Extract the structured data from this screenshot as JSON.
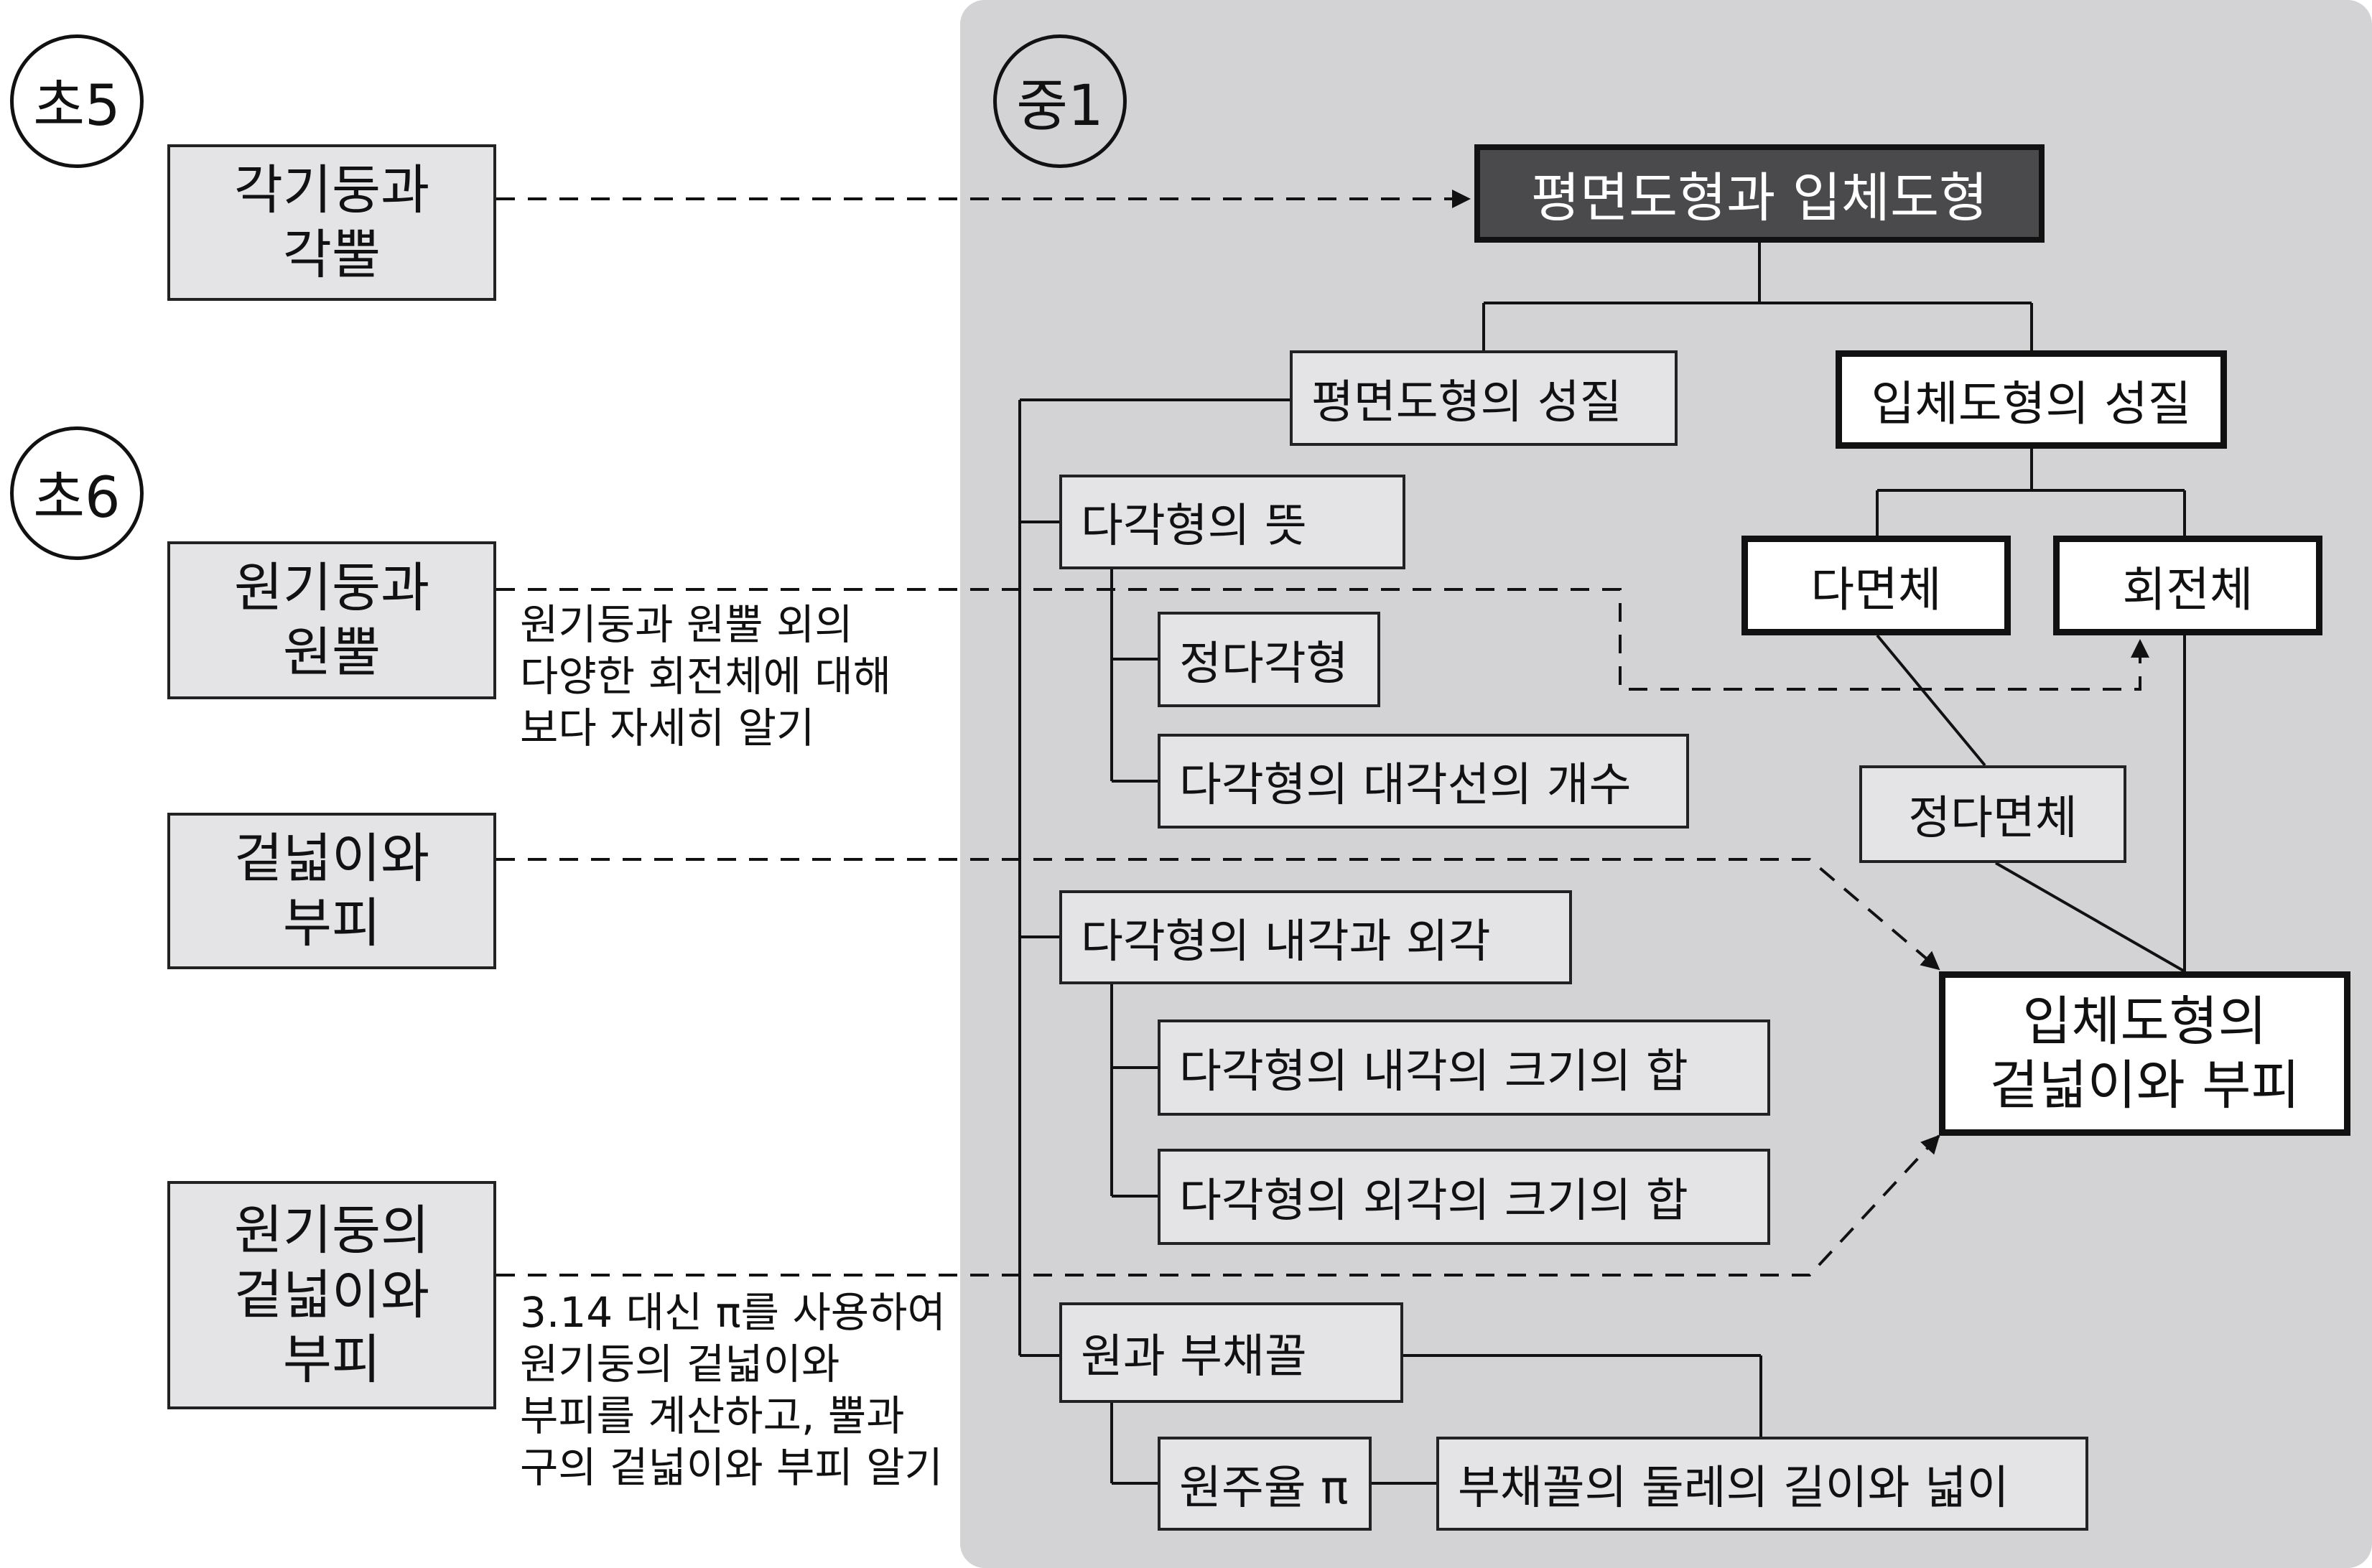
{
  "grades": {
    "cho5": "초5",
    "cho6": "초6",
    "jung1": "중1"
  },
  "elementary": {
    "prism_pyramid": [
      "각기둥과",
      "각뿔"
    ],
    "cylinder_cone": [
      "원기둥과",
      "원뿔"
    ],
    "surface_volume": [
      "겉넓이와",
      "부피"
    ],
    "cylinder_surface_volume": [
      "원기둥의",
      "겉넓이와",
      "부피"
    ]
  },
  "notes": {
    "rotation_solids": [
      "원기둥과 원뿔 외의",
      "다양한 회전체에 대해",
      "보다 자세히 알기"
    ],
    "pi_usage": [
      "3.14 대신 π를 사용하여",
      "원기둥의 겉넓이와",
      "부피를 계산하고, 뿔과",
      "구의 겉넓이와 부피 알기"
    ]
  },
  "middle": {
    "root": "평면도형과 입체도형",
    "plane_props": "평면도형의 성질",
    "solid_props": "입체도형의 성질",
    "polyhedron": "다면체",
    "rotation_solid": "회전체",
    "regular_polyhedron": "정다면체",
    "solid_surface_volume": [
      "입체도형의",
      "겉넓이와 부피"
    ],
    "polygon_meaning": "다각형의 뜻",
    "regular_polygon": "정다각형",
    "diagonal_count": "다각형의 대각선의 개수",
    "interior_exterior": "다각형의 내각과 외각",
    "interior_sum": "다각형의 내각의 크기의 합",
    "exterior_sum": "다각형의 외각의 크기의 합",
    "circle_sector": "원과 부채꼴",
    "pi": "원주율 π",
    "sector_arc_area": "부채꼴의 둘레의 길이와 넓이"
  }
}
